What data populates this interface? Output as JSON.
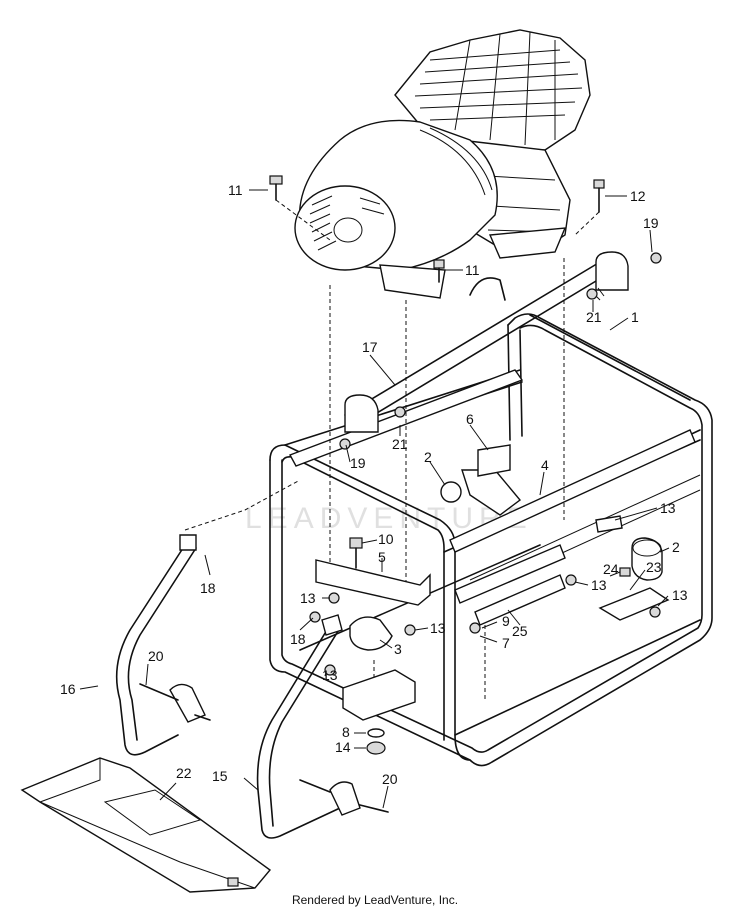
{
  "diagram": {
    "callouts": [
      "1",
      "2",
      "2",
      "3",
      "4",
      "5",
      "6",
      "7",
      "8",
      "9",
      "10",
      "11",
      "11",
      "12",
      "13",
      "13",
      "13",
      "13",
      "13",
      "13",
      "14",
      "15",
      "16",
      "17",
      "18",
      "18",
      "19",
      "19",
      "20",
      "20",
      "21",
      "21",
      "22",
      "23",
      "24",
      "25"
    ],
    "watermark": "LEADVENTURE"
  },
  "footer": {
    "text": "Rendered by LeadVenture, Inc."
  }
}
